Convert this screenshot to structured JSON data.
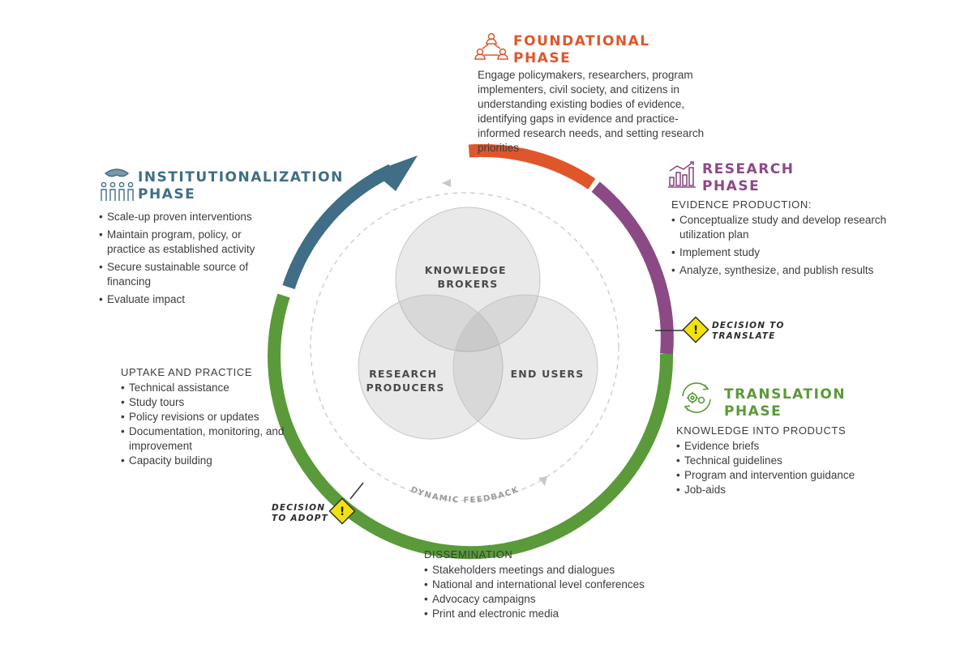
{
  "foundational": {
    "title": [
      "FOUNDATIONAL",
      "PHASE"
    ],
    "description": "Engage policymakers, researchers, program implementers, civil society, and citizens in understanding existing bodies of evidence, identifying gaps in evidence and practice-informed research needs, and setting research priorities",
    "color": "#e0562b",
    "icon": "people-network-icon"
  },
  "research": {
    "title": [
      "RESEARCH",
      "PHASE"
    ],
    "subtitle": "EVIDENCE PRODUCTION:",
    "items": [
      "Conceptualize study and develop research utilization plan",
      "Implement study",
      "Analyze, synthesize, and publish results"
    ],
    "color": "#8b4a86",
    "icon": "bar-chart-icon"
  },
  "translation": {
    "title": [
      "TRANSLATION",
      "PHASE"
    ],
    "subtitle": "KNOWLEDGE INTO PRODUCTS",
    "items": [
      "Evidence briefs",
      "Technical guidelines",
      "Program and intervention guidance",
      "Job-aids"
    ],
    "color": "#5a9a3a",
    "icon": "gears-cycle-icon"
  },
  "institutionalization": {
    "title": [
      "INSTITUTIONALIZATION",
      "PHASE"
    ],
    "items": [
      "Scale-up proven interventions",
      "Maintain program, policy, or practice as established activity",
      "Secure sustainable source of financing",
      "Evaluate impact"
    ],
    "color": "#3f6e86",
    "icon": "people-group-icon"
  },
  "uptake": {
    "subtitle": "UPTAKE AND PRACTICE",
    "items": [
      "Technical assistance",
      "Study tours",
      "Policy revisions or updates",
      "Documentation, monitoring, and improvement",
      "Capacity building"
    ]
  },
  "dissemination": {
    "subtitle": "DISSEMINATION",
    "items": [
      "Stakeholders meetings and dialogues",
      "National and international level conferences",
      "Advocacy campaigns",
      "Print and electronic media"
    ]
  },
  "decisions": {
    "translate": [
      "DECISION TO",
      "TRANSLATE"
    ],
    "adopt": [
      "DECISION",
      "TO ADOPT"
    ],
    "diamond_color": "#f2e20c"
  },
  "venn": {
    "top": [
      "KNOWLEDGE",
      "BROKERS"
    ],
    "left": [
      "RESEARCH",
      "PRODUCERS"
    ],
    "right": [
      "END USERS"
    ]
  },
  "feedback_label": "DYNAMIC FEEDBACK"
}
